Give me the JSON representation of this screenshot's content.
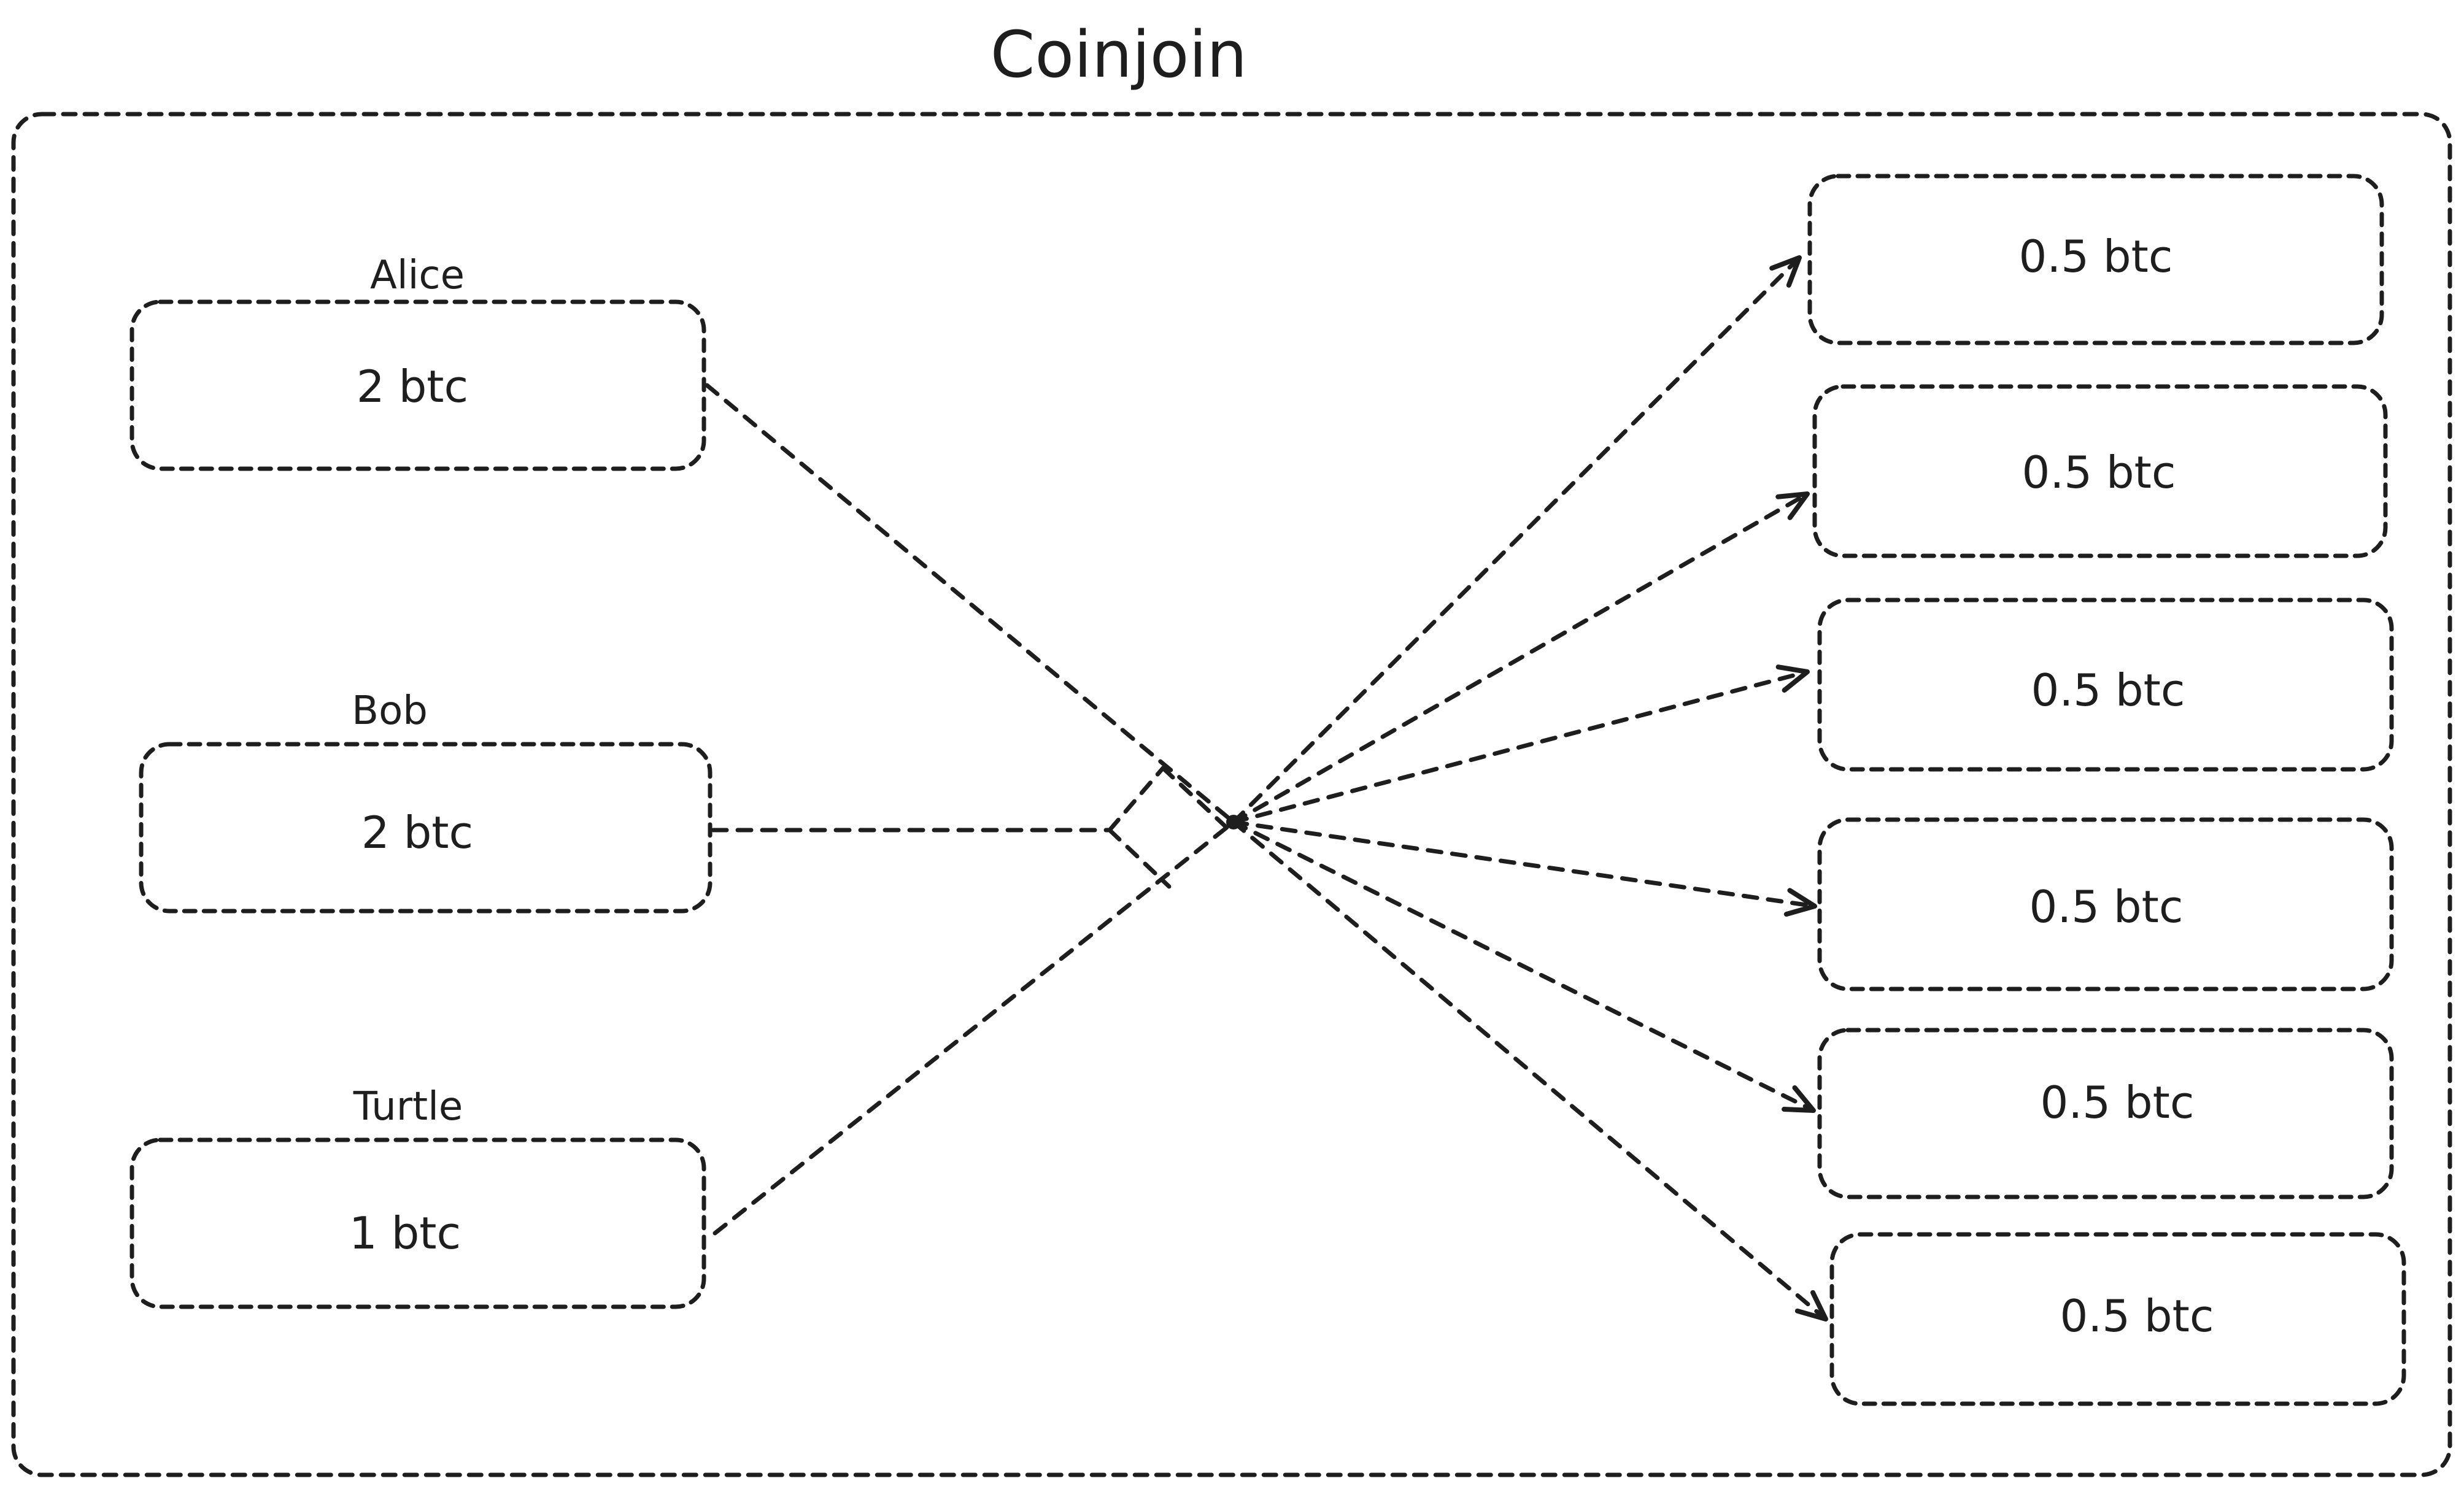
{
  "diagram": {
    "title": "Coinjoin",
    "stroke_color": "#1e1e1e",
    "background": "#ffffff",
    "inputs": [
      {
        "name": "Alice",
        "amount": "2 btc"
      },
      {
        "name": "Bob",
        "amount": "2 btc"
      },
      {
        "name": "Turtle",
        "amount": "1 btc"
      }
    ],
    "outputs": [
      {
        "amount": "0.5 btc"
      },
      {
        "amount": "0.5 btc"
      },
      {
        "amount": "0.5 btc"
      },
      {
        "amount": "0.5 btc"
      },
      {
        "amount": "0.5 btc"
      },
      {
        "amount": "0.5 btc"
      }
    ]
  }
}
